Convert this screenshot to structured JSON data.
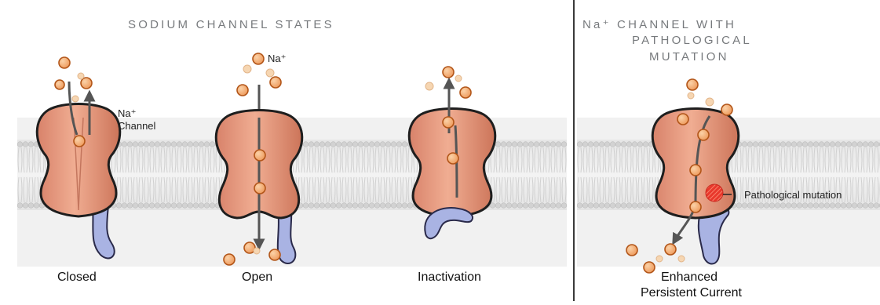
{
  "headings": {
    "states": "SODIUM CHANNEL STATES",
    "mutation_line1": "Na⁺ CHANNEL WITH",
    "mutation_line2": "PATHOLOGICAL",
    "mutation_line3": "MUTATION"
  },
  "annotations": {
    "na_channel_line1": "Na⁺",
    "na_channel_line2": "Channel",
    "na_ion": "Na⁺",
    "pathological_mutation": "Pathological mutation"
  },
  "states": [
    {
      "id": "closed",
      "label": "Closed"
    },
    {
      "id": "open",
      "label": "Open"
    },
    {
      "id": "inactivation",
      "label": "Inactivation"
    }
  ],
  "mutation_state": {
    "label_line1": "Enhanced",
    "label_line2": "Persistent Current"
  },
  "colors": {
    "channel_fill": "#e89a7f",
    "channel_stroke": "#1e1e1e",
    "ion_fill": "#f2b07a",
    "ion_stroke": "#b25518",
    "membrane_head": "#d6d6d6",
    "membrane_background": "#ededed",
    "inactivation_gate": "#a9b3e3",
    "mutation_marker": "#e8382c"
  }
}
